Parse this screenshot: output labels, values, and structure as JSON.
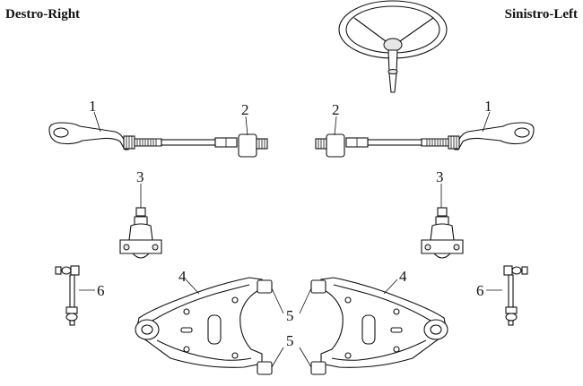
{
  "headers": {
    "right": "Destro-Right",
    "left": "Sinistro-Left"
  },
  "callouts": {
    "tie_rod_end": "1",
    "inner_tie_rod": "2",
    "ball_joint": "3",
    "control_arm": "4",
    "bushing": "5",
    "stabilizer_link": "6"
  },
  "colors": {
    "line": "#111111",
    "fill": "#ffffff",
    "shade": "#e6e6e6"
  }
}
